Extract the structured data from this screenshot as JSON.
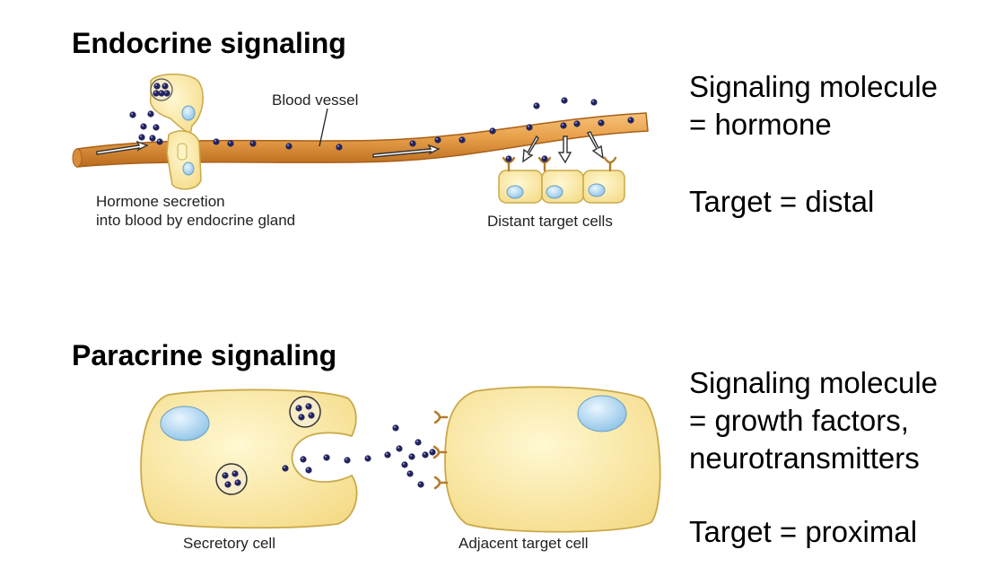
{
  "endocrine": {
    "title": "Endocrine signaling",
    "labels": {
      "blood_vessel": "Blood vessel",
      "secretion_line1": "Hormone secretion",
      "secretion_line2": "into blood by endocrine gland",
      "targets": "Distant target cells"
    },
    "description": {
      "line1": "Signaling molecule",
      "line2": "= hormone",
      "target": "Target = distal"
    }
  },
  "paracrine": {
    "title": "Paracrine signaling",
    "labels": {
      "secretory": "Secretory cell",
      "target_cell": "Adjacent target cell"
    },
    "description": {
      "line1": "Signaling molecule",
      "line2": "= growth factors,",
      "line3": "neurotransmitters",
      "target": "Target = proximal"
    }
  },
  "colors": {
    "vessel": "#e8a04a",
    "vessel_dark": "#b96a1c",
    "cell_fill": "#fbeaa6",
    "cell_stroke": "#c9a94a",
    "nucleus": "#a9d4f0",
    "molecule": "#23245e",
    "receptor": "#b47c2a"
  }
}
